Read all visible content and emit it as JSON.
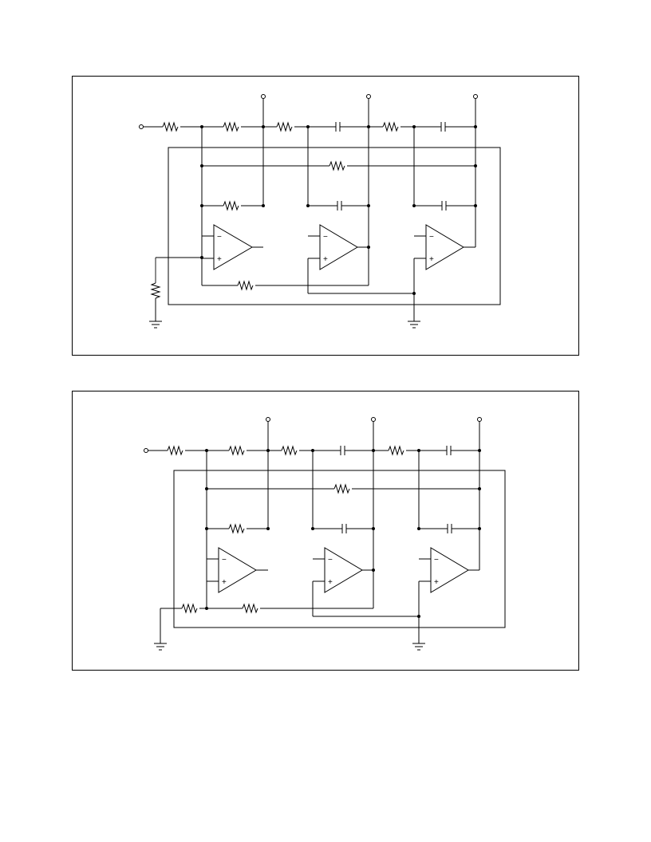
{
  "figures": [
    {
      "id": "figure-1",
      "input_resistor": "ground-leg",
      "opamp_minus": "−",
      "opamp_plus": "+"
    },
    {
      "id": "figure-2",
      "input_resistor": "series-leg",
      "opamp_minus": "−",
      "opamp_plus": "+"
    }
  ],
  "colors": {
    "line": "#000000",
    "background": "#ffffff"
  }
}
